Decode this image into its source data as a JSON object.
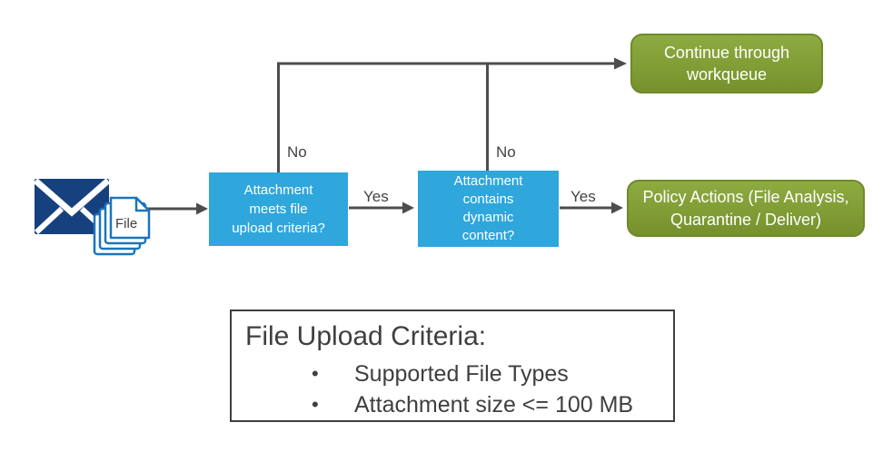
{
  "colors": {
    "process_box_blue": "#2FA6DC",
    "terminal_box_green_top": "#8DAB41",
    "terminal_box_green_bottom": "#76912C",
    "connector_gray": "#4D4D4D",
    "envelope_navy": "#17417E",
    "file_outline_blue": "#1B75BC",
    "text_dark_gray": "#3F3F3F",
    "node_text": "#FFFFFF",
    "background": "#FFFFFF"
  },
  "source": {
    "envelope_icon": "email-envelope-icon",
    "attachments_icon": "file-stack-icon",
    "file_label": "File"
  },
  "nodes": {
    "upload_check": {
      "label": "Attachment\nmeets file\nupload criteria?"
    },
    "dynamic_check": {
      "label": "Attachment\ncontains\ndynamic\ncontent?"
    },
    "workqueue": {
      "label": "Continue through\nworkqueue"
    },
    "policy_actions": {
      "label": "Policy Actions (File Analysis,\nQuarantine / Deliver)"
    }
  },
  "edges": {
    "no_1": "No",
    "no_2": "No",
    "yes_1": "Yes",
    "yes_2": "Yes"
  },
  "criteria": {
    "title": "File Upload Criteria:",
    "bullets": [
      "Supported File Types",
      "Attachment size <= 100 MB"
    ],
    "bullet_marker": "•"
  }
}
